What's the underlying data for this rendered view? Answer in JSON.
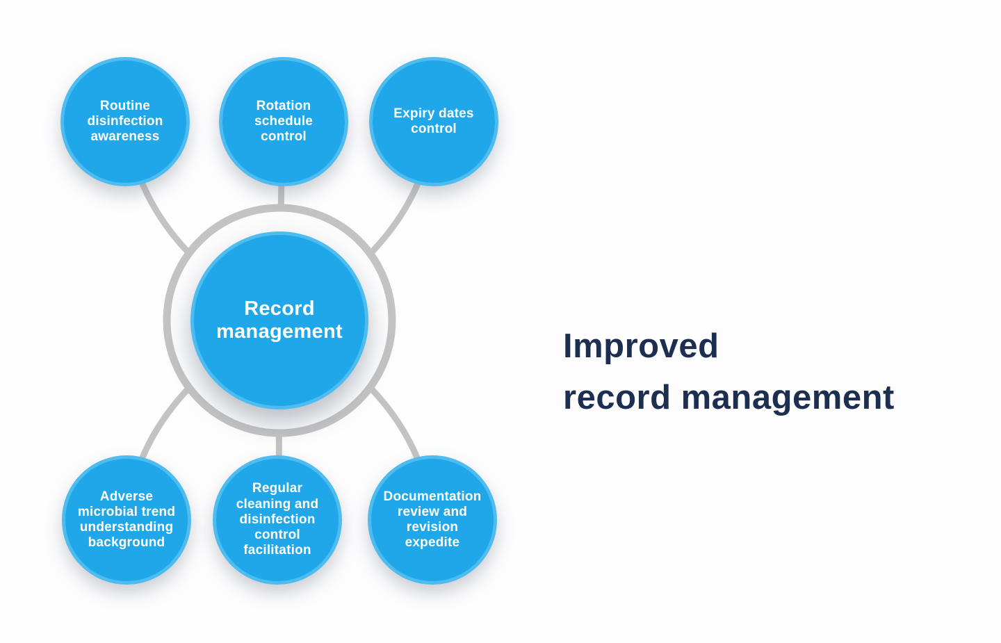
{
  "title": {
    "text": "Improved\nrecord management",
    "color": "#1D2F50"
  },
  "diagram": {
    "center": {
      "id": "record-management",
      "label": "Record\nmanagement"
    },
    "satellites": [
      {
        "id": "routine-disinfection-awareness",
        "position": "top-left",
        "label": "Routine\ndisinfection\nawareness"
      },
      {
        "id": "rotation-schedule-control",
        "position": "top-center",
        "label": "Rotation\nschedule\ncontrol"
      },
      {
        "id": "expiry-dates-control",
        "position": "top-right",
        "label": "Expiry dates\ncontrol"
      },
      {
        "id": "adverse-microbial-trend-understanding-background",
        "position": "bottom-left",
        "label": "Adverse\nmicrobial trend\nunderstanding\nbackground"
      },
      {
        "id": "regular-cleaning-and-disinfection-control-facilitation",
        "position": "bottom-center",
        "label": "Regular\ncleaning and\ndisinfection\ncontrol\nfacilitation"
      },
      {
        "id": "documentation-review-and-revision-expedite",
        "position": "bottom-right",
        "label": "Documentation\nreview and\nrevision\nexpedite"
      }
    ],
    "colors": {
      "bubble_fill": "#1FA7E9",
      "bubble_rim": "#4FBCEF",
      "bubble_text": "#FFFFFF",
      "connector": "#C3C3C3",
      "hub_ring": "#C3C3C3",
      "hub_ring_fill": "#FCFCFD",
      "background": "#FDFDFE"
    }
  }
}
